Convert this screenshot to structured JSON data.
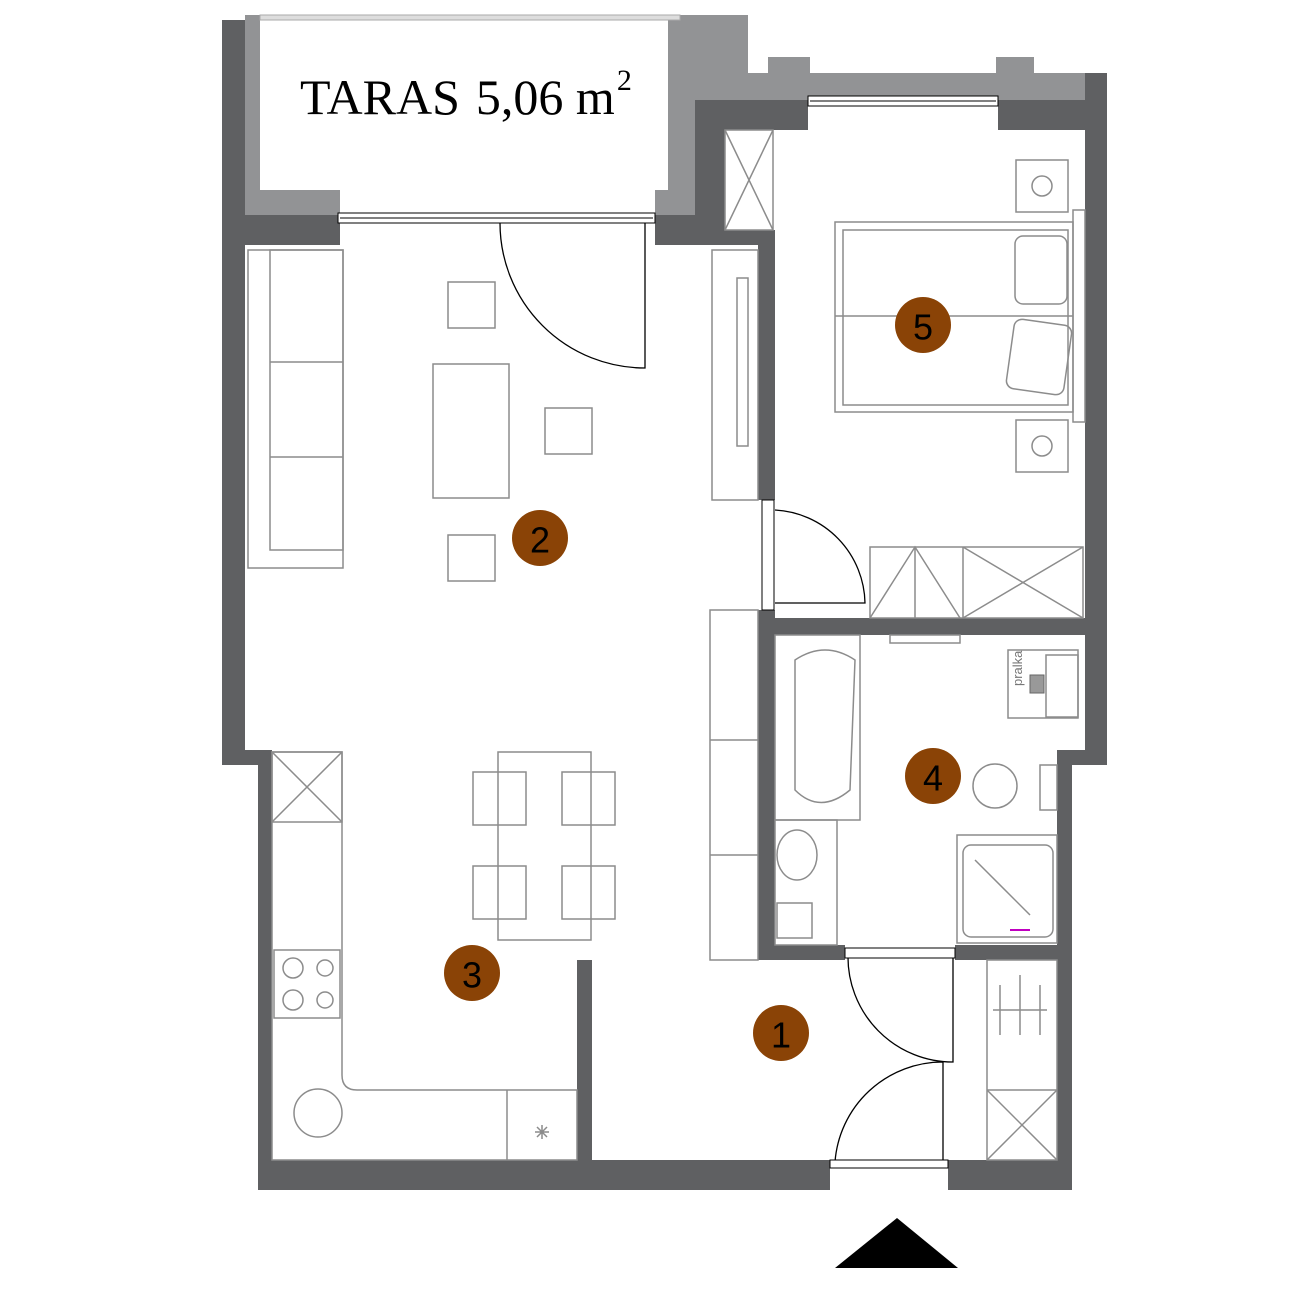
{
  "terrace": {
    "label": "TARAS",
    "area": "5,06 m",
    "area_sup": "2"
  },
  "rooms": [
    {
      "number": "1"
    },
    {
      "number": "2"
    },
    {
      "number": "3"
    },
    {
      "number": "4"
    },
    {
      "number": "5"
    }
  ],
  "appliances": {
    "washing_machine": "pralka"
  },
  "colors": {
    "wall": "#5f6062",
    "terrace_wall": "#929395",
    "marker": "#8a4306"
  },
  "icons": {
    "entrance": "entrance-arrow-icon"
  }
}
